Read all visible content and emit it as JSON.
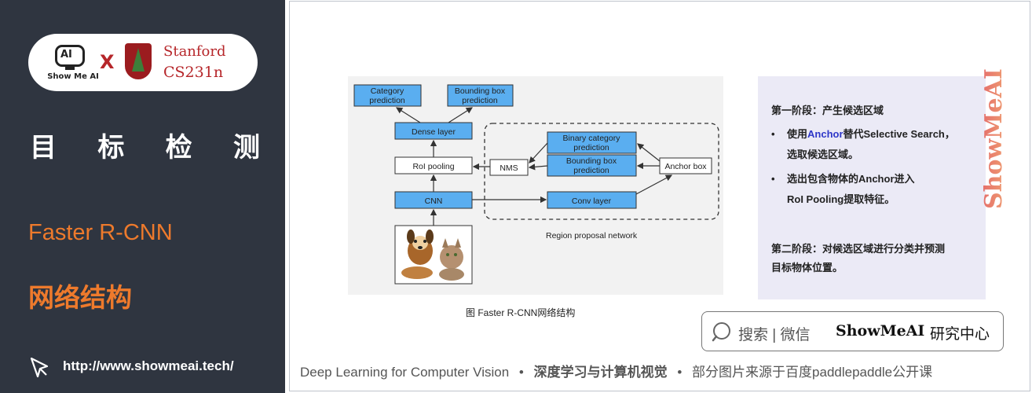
{
  "brand": {
    "showmeai_icon_text": "AI",
    "showmeai_label": "Show Me AI",
    "x_mark": "X",
    "stanford_line1": "Stanford",
    "stanford_line2": "CS231n"
  },
  "sidebar": {
    "title_chars": [
      "目",
      "标",
      "检",
      "测"
    ],
    "subtitle1": "Faster R-CNN",
    "subtitle2": "网络结构",
    "url": "http://www.showmeai.tech/"
  },
  "diagram": {
    "nodes": {
      "category_prediction": [
        "Category",
        "prediction"
      ],
      "bbox_prediction": [
        "Bounding box",
        "prediction"
      ],
      "dense_layer": "Dense layer",
      "roi_pooling": "RoI pooling",
      "nms": "NMS",
      "binary_category": [
        "Binary category",
        "prediction"
      ],
      "rpn_bbox": [
        "Bounding box",
        "prediction"
      ],
      "anchor_box": "Anchor box",
      "cnn": "CNN",
      "conv_layer": "Conv layer"
    },
    "rpn_label": "Region proposal network",
    "caption": "图 Faster R-CNN网络结构"
  },
  "info": {
    "stage1_title": "第一阶段：产生候选区域",
    "bullets": [
      {
        "dot": "•",
        "pre": "使用",
        "keyword": "Anchor",
        "post": "替代Selective Search，",
        "line2": "选取候选区域。"
      },
      {
        "dot": "•",
        "pre": "选出包含物体的Anchor进入",
        "keyword": "",
        "post": "",
        "line2": "RoI Pooling提取特征。"
      }
    ],
    "stage2_line1": "第二阶段：对候选区域进行分类并预测",
    "stage2_line2": "目标物体位置。"
  },
  "watermark": "ShowMeAI",
  "search": {
    "text": "搜索 | 微信",
    "brand": "ShowMeAI",
    "center": "研究中心"
  },
  "footer": {
    "part1": "Deep Learning for Computer Vision",
    "sep": "•",
    "part2": "深度学习与计算机视觉",
    "part3": "部分图片来源于百度paddlepaddle公开课"
  },
  "colors": {
    "sidebar_bg": "#2f3540",
    "accent_orange": "#ee7a2c",
    "stanford_red": "#b6262a",
    "node_blue": "#5aaef0",
    "info_bg": "#ebeaf6",
    "anchor_blue": "#2e37c8"
  }
}
